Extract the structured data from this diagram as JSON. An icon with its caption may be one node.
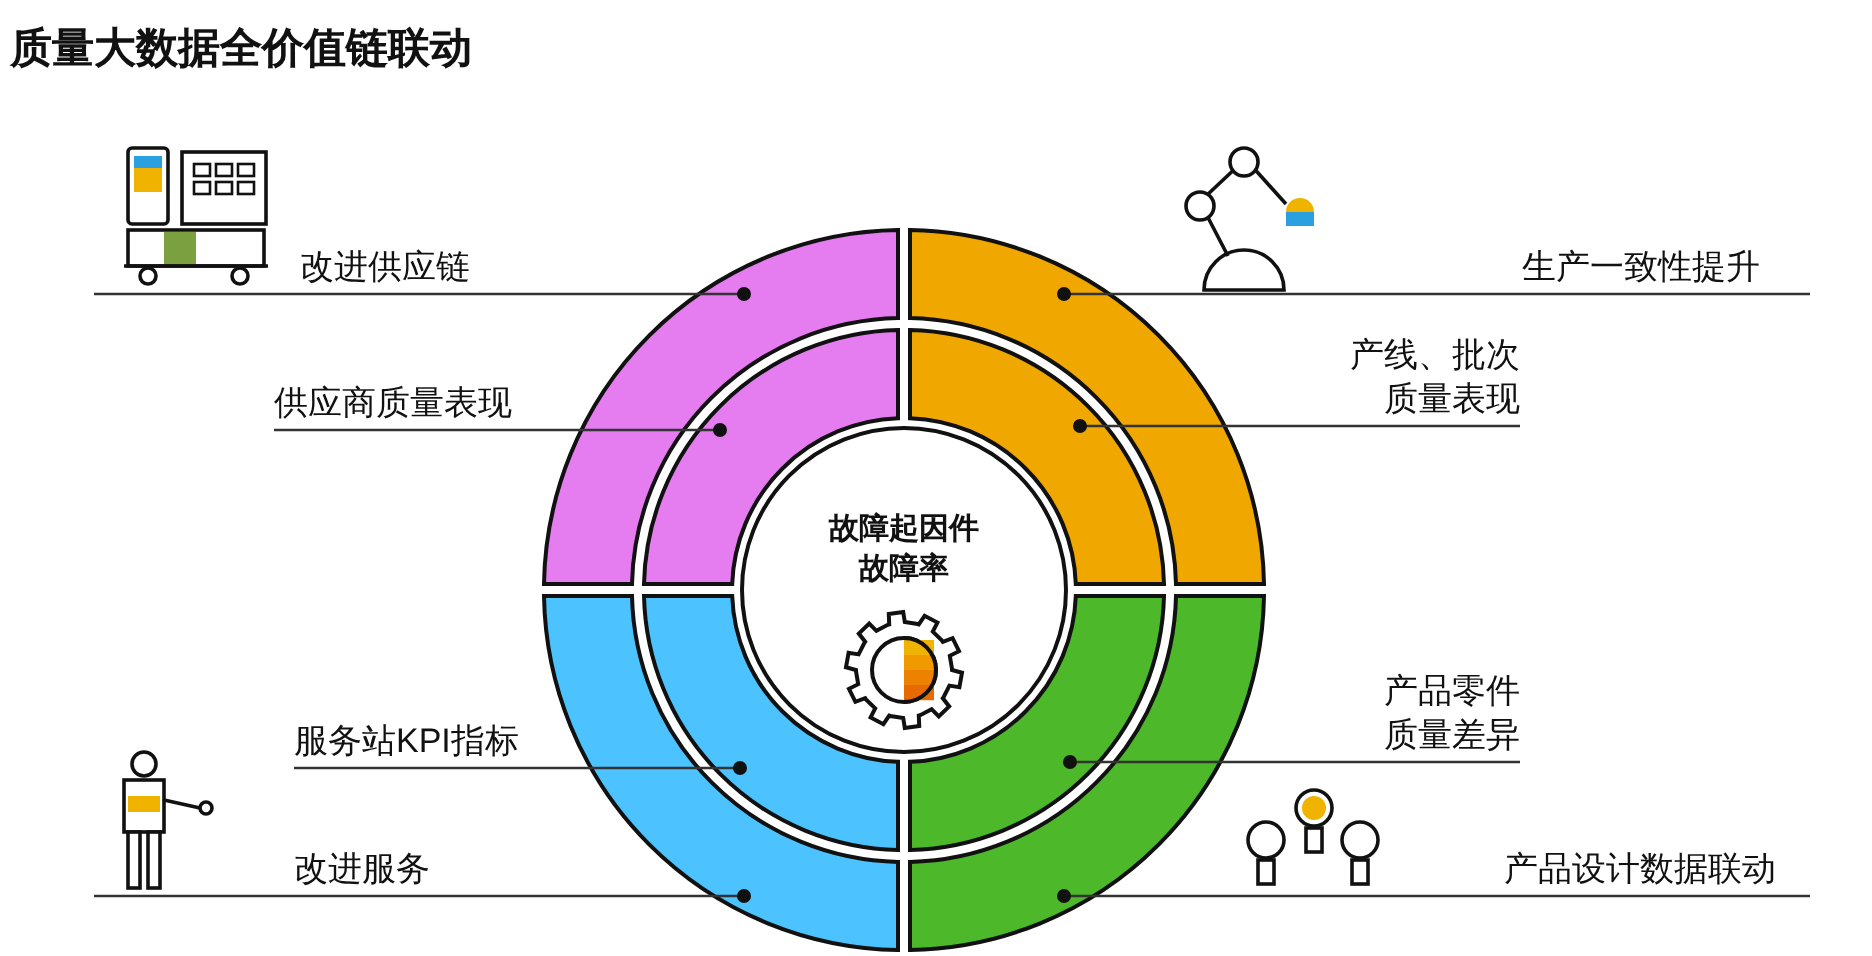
{
  "diagram": {
    "title": "质量大数据全价值链联动",
    "nodes": [
      {
        "text": [
          "故障起因件故障率"
        ]
      },
      {
        "text": [],
        "shape": "band"
      },
      {
        "text": [],
        "shape": "band"
      },
      {
        "text": [],
        "shape": "band"
      },
      {
        "text": [],
        "shape": "band"
      },
      {
        "text": [],
        "shape": "band"
      },
      {
        "text": [],
        "shape": "band"
      },
      {
        "text": [],
        "shape": "band"
      },
      {
        "text": [],
        "shape": "band"
      },
      {
        "text": [
          "改进供应链"
        ]
      },
      {
        "text": [
          "供应商质量表现"
        ]
      },
      {
        "text": [
          "生产一致性提升"
        ]
      },
      {
        "text": [
          "产线、批次质量表现"
        ]
      },
      {
        "text": [
          "服务站KPI指标"
        ]
      },
      {
        "text": [
          "改进服务"
        ]
      },
      {
        "text": [
          "产品零件质量差异"
        ]
      },
      {
        "text": [
          "产品设计数据联动"
        ]
      }
    ],
    "edges": [
      {
        "from": 9,
        "to": 1,
        "arrow": "other"
      },
      {
        "from": 10,
        "to": 2,
        "arrow": "other"
      },
      {
        "from": 11,
        "to": 3,
        "arrow": "other"
      },
      {
        "from": 12,
        "to": 4,
        "arrow": "other"
      },
      {
        "from": 13,
        "to": 6,
        "arrow": "other"
      },
      {
        "from": 14,
        "to": 5,
        "arrow": "other"
      },
      {
        "from": 15,
        "to": 8,
        "arrow": "other"
      },
      {
        "from": 16,
        "to": 7,
        "arrow": "other"
      }
    ]
  }
}
